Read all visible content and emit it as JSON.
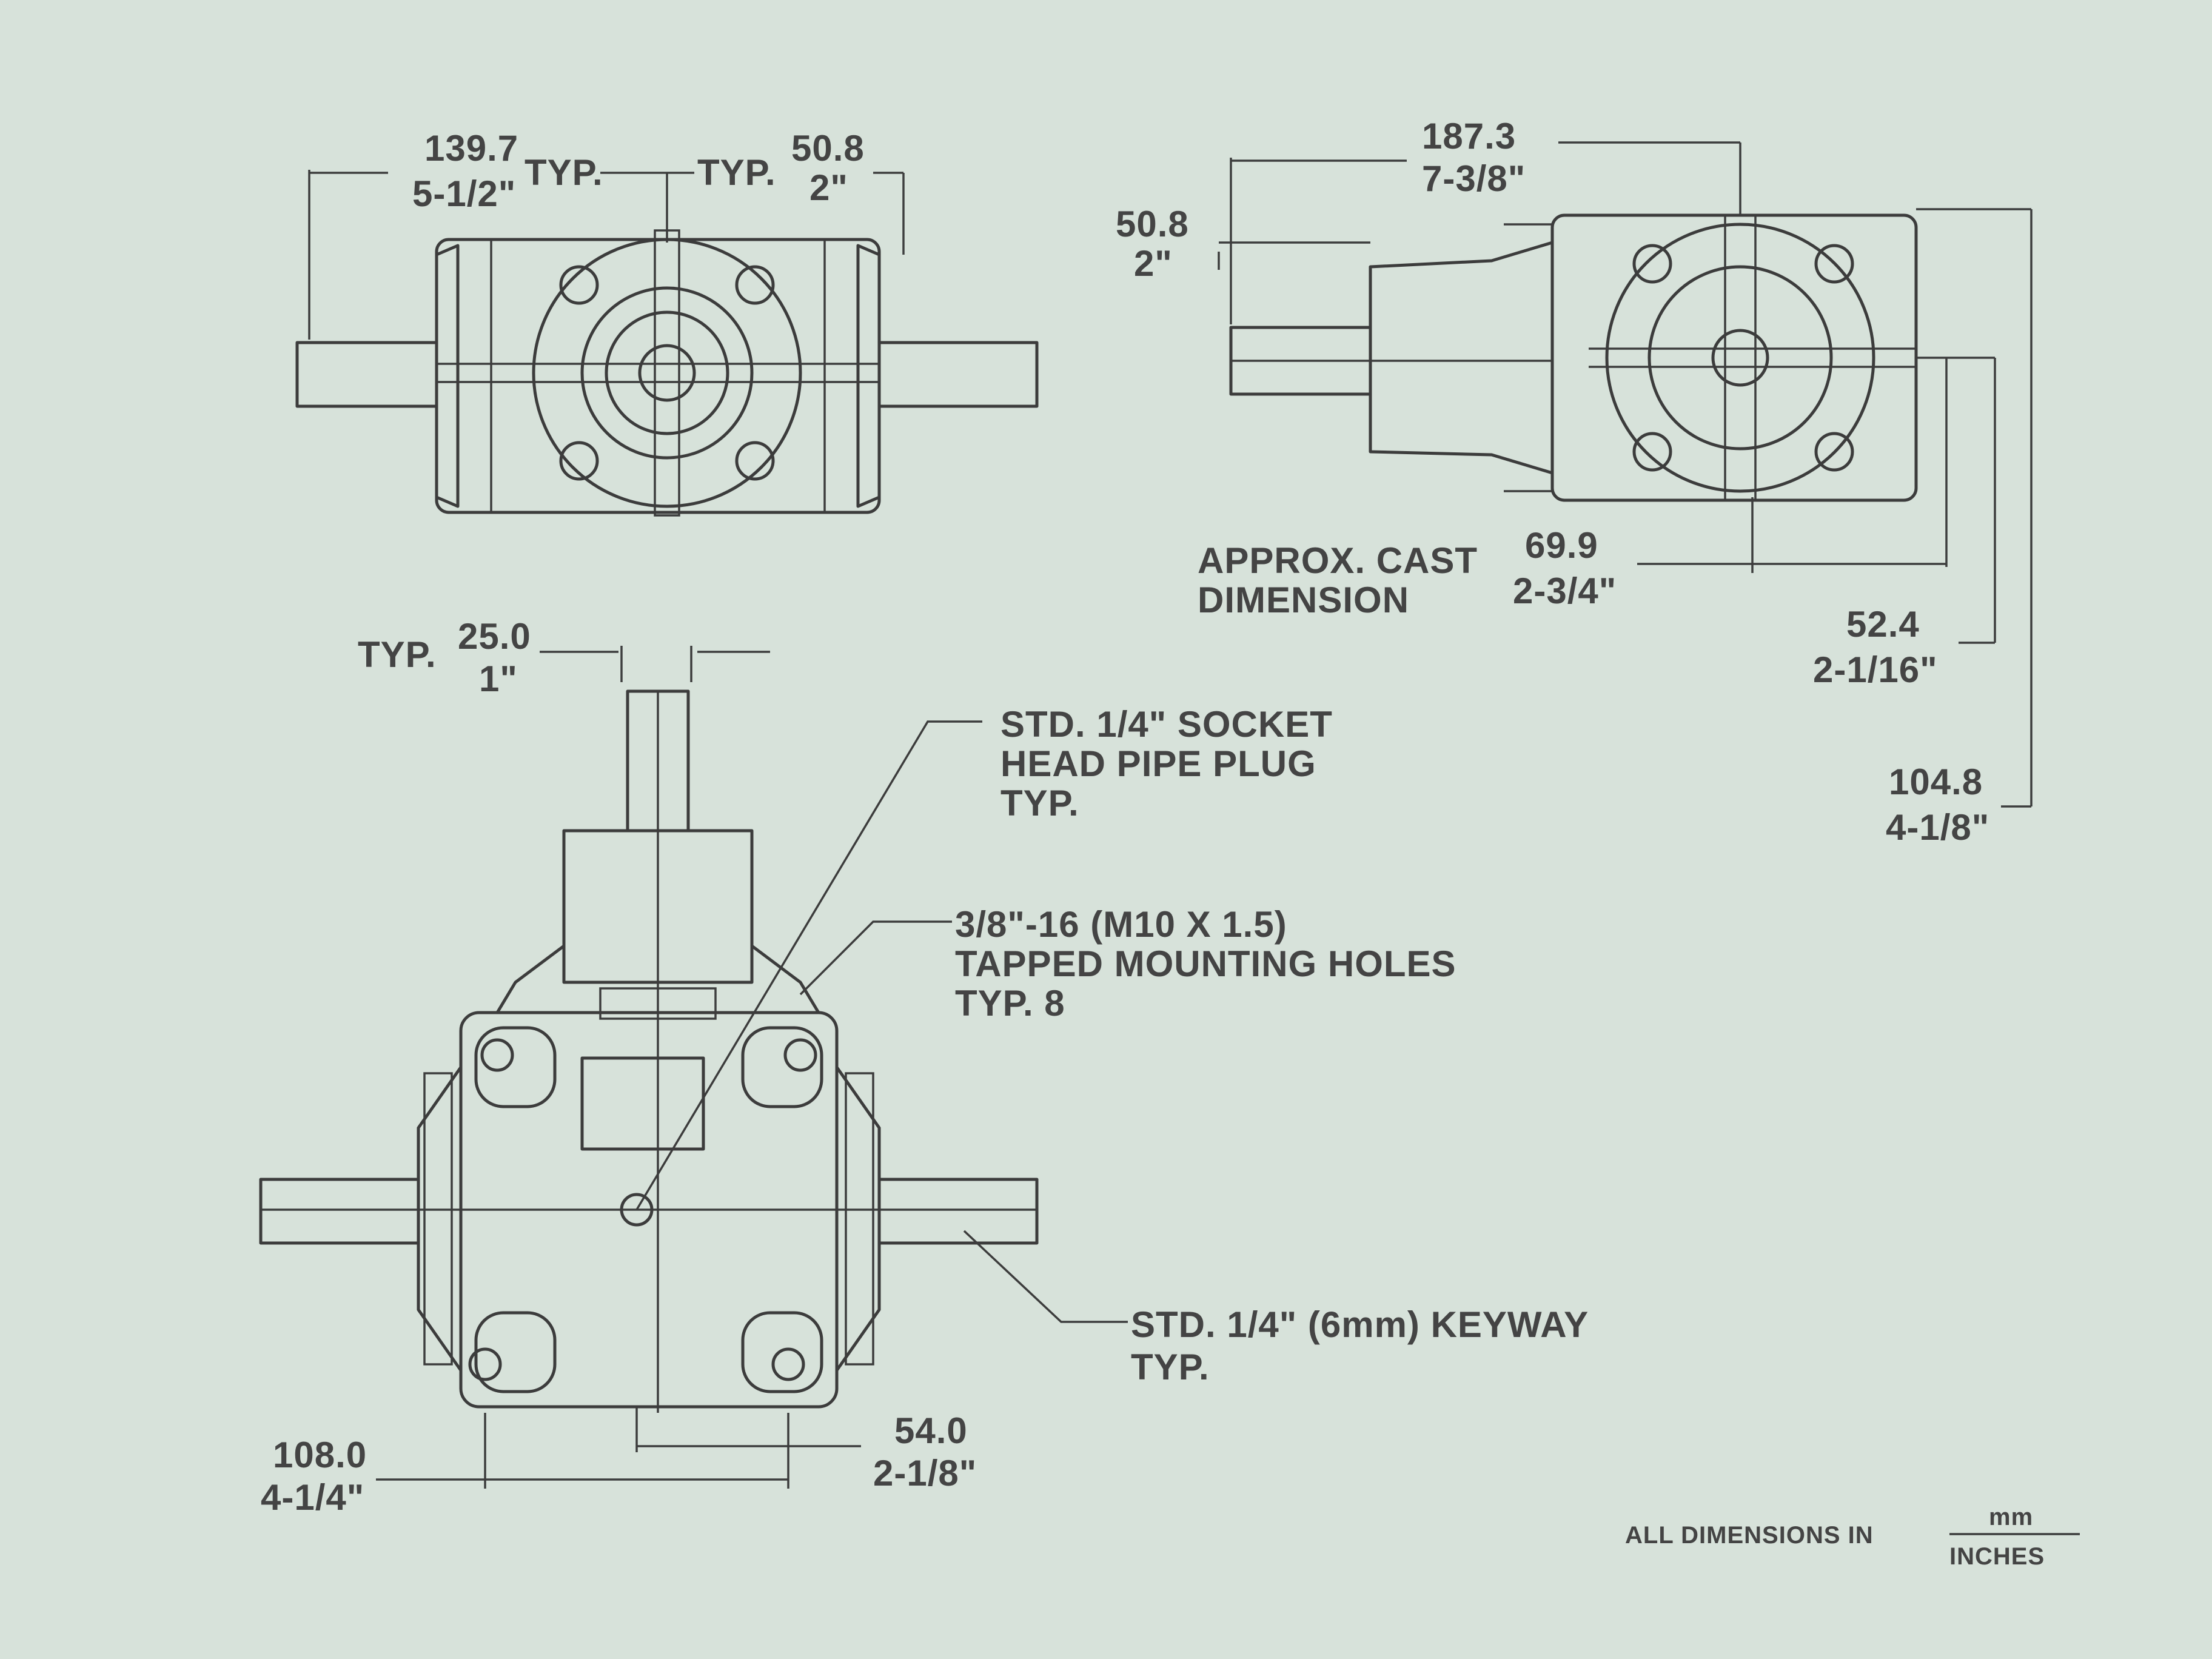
{
  "front_view": {
    "left_dim_mm": "139.7",
    "left_dim_in": "5-1/2\"",
    "left_typ": "TYP.",
    "right_typ": "TYP.",
    "right_dim_mm": "50.8",
    "right_dim_in": "2\""
  },
  "side_view": {
    "top_dim_mm": "187.3",
    "top_dim_in": "7-3/8\"",
    "shaft_dim_mm": "50.8",
    "shaft_dim_in": "2\"",
    "cast_label_1": "APPROX. CAST",
    "cast_label_2": "DIMENSION",
    "cast_dim_mm": "69.9",
    "cast_dim_in": "2-3/4\"",
    "mid_dim_mm": "52.4",
    "mid_dim_in": "2-1/16\"",
    "outer_dim_mm": "104.8",
    "outer_dim_in": "4-1/8\""
  },
  "top_view": {
    "shaft_typ": "TYP.",
    "shaft_dim_mm": "25.0",
    "shaft_dim_in": "1\"",
    "plug_note": [
      "STD. 1/4\" SOCKET",
      "HEAD PIPE PLUG",
      "TYP."
    ],
    "holes_note": [
      "3/8\"-16 (M10 X 1.5)",
      "TAPPED MOUNTING HOLES",
      "TYP. 8"
    ],
    "keyway_note": [
      "STD.  1/4\" (6mm) KEYWAY",
      "TYP."
    ],
    "base_dim_mm": "108.0",
    "base_dim_in": "4-1/4\"",
    "half_dim_mm": "54.0",
    "half_dim_in": "2-1/8\""
  },
  "footer": {
    "prefix": "ALL DIMENSIONS IN",
    "unit_top": "mm",
    "unit_bottom": "INCHES"
  }
}
